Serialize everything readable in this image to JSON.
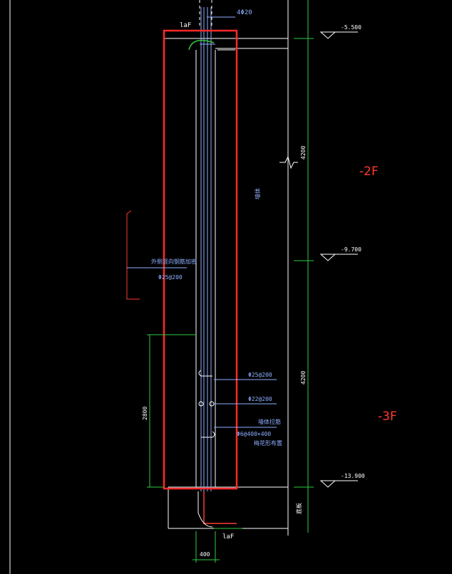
{
  "drawing": {
    "top_rebar": "4Φ20",
    "anchorage_label": "laF",
    "elevations": [
      "-5.500",
      "-9.700",
      "-13.900"
    ],
    "story_heights": [
      "4200",
      "4200"
    ],
    "floors": [
      "-2F",
      "-3F"
    ],
    "wall_note": "墙体",
    "side_note_1": "外侧竖向钢筋加密",
    "side_note_2": "Φ25@200",
    "callouts": [
      "Φ25@200",
      "Φ22@200",
      "墙体拉筋",
      "Φ6@400×400",
      "梅花形布置"
    ],
    "base_label": "底板",
    "dim_height": "2800",
    "dim_width": "400",
    "colors": {
      "background": "#000000",
      "highlight": "#ff2a2a",
      "lines": "#ffffff",
      "dimension": "#2ecc40",
      "text": "#8fb0ff"
    }
  }
}
